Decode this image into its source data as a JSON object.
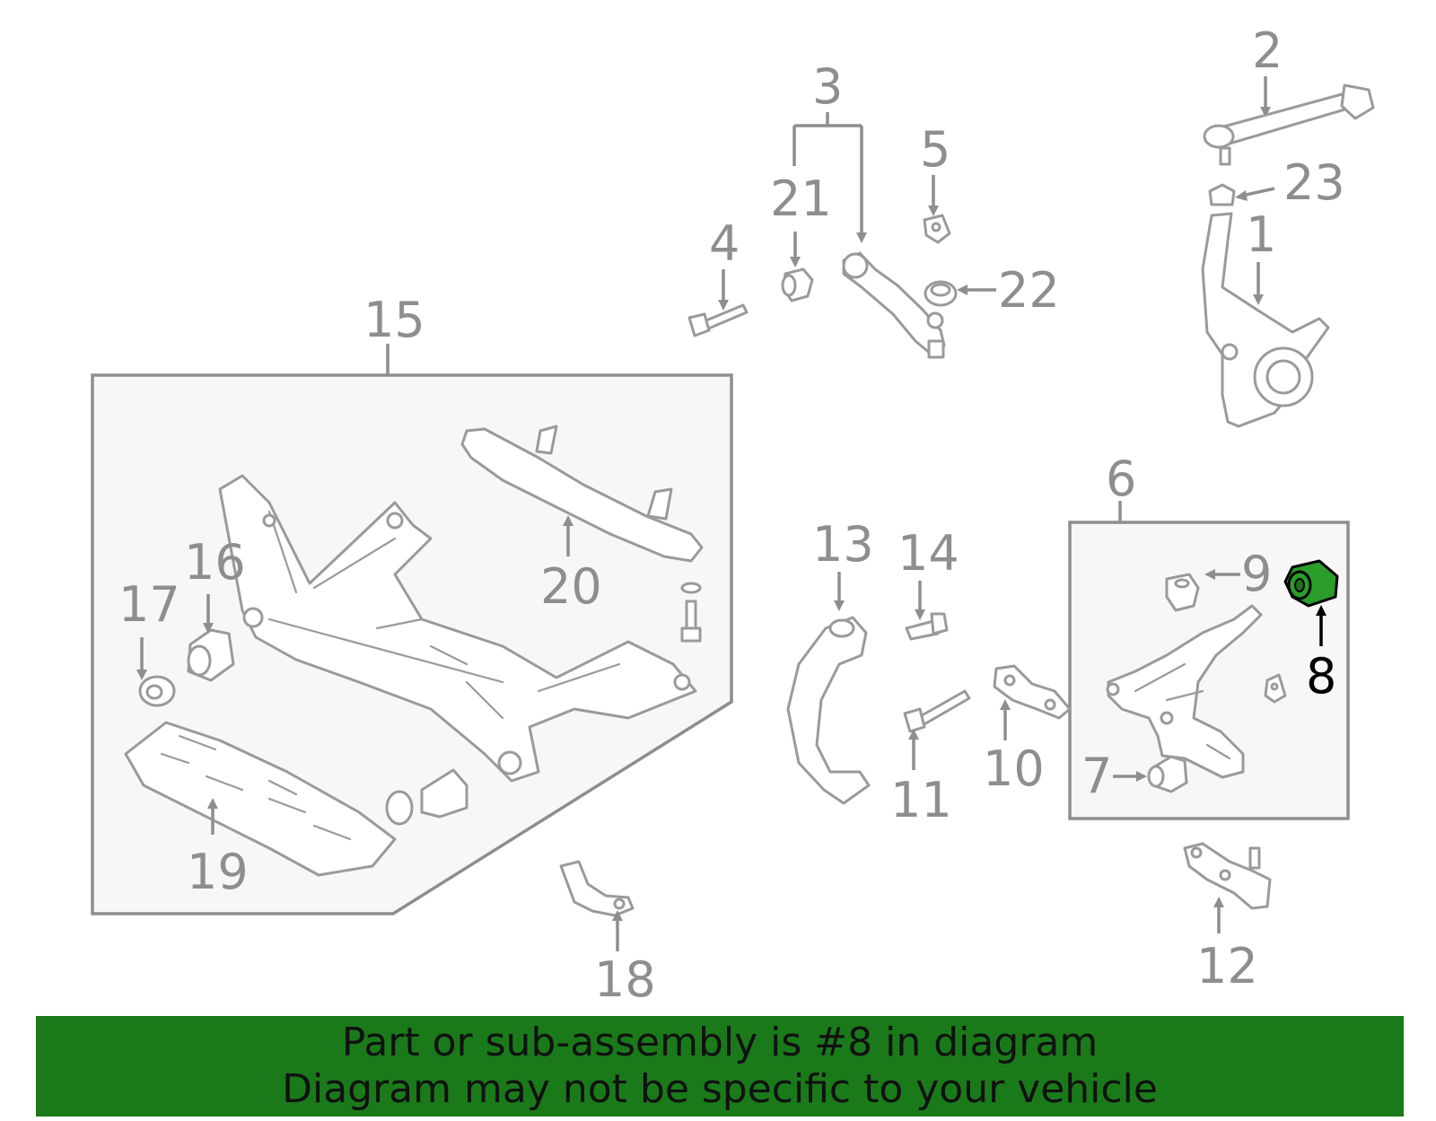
{
  "banner": {
    "line1": "Part or sub-assembly is #8 in diagram",
    "line2": "Diagram may not be specific to your vehicle",
    "background": "#1a7a1a"
  },
  "highlight": {
    "part_number": "8",
    "color": "#2a9d2a"
  },
  "callouts": {
    "c1": "1",
    "c2": "2",
    "c3": "3",
    "c4": "4",
    "c5": "5",
    "c6": "6",
    "c7": "7",
    "c8": "8",
    "c9": "9",
    "c10": "10",
    "c11": "11",
    "c12": "12",
    "c13": "13",
    "c14": "14",
    "c15": "15",
    "c16": "16",
    "c17": "17",
    "c18": "18",
    "c19": "19",
    "c20": "20",
    "c21": "21",
    "c22": "22",
    "c23": "23"
  }
}
